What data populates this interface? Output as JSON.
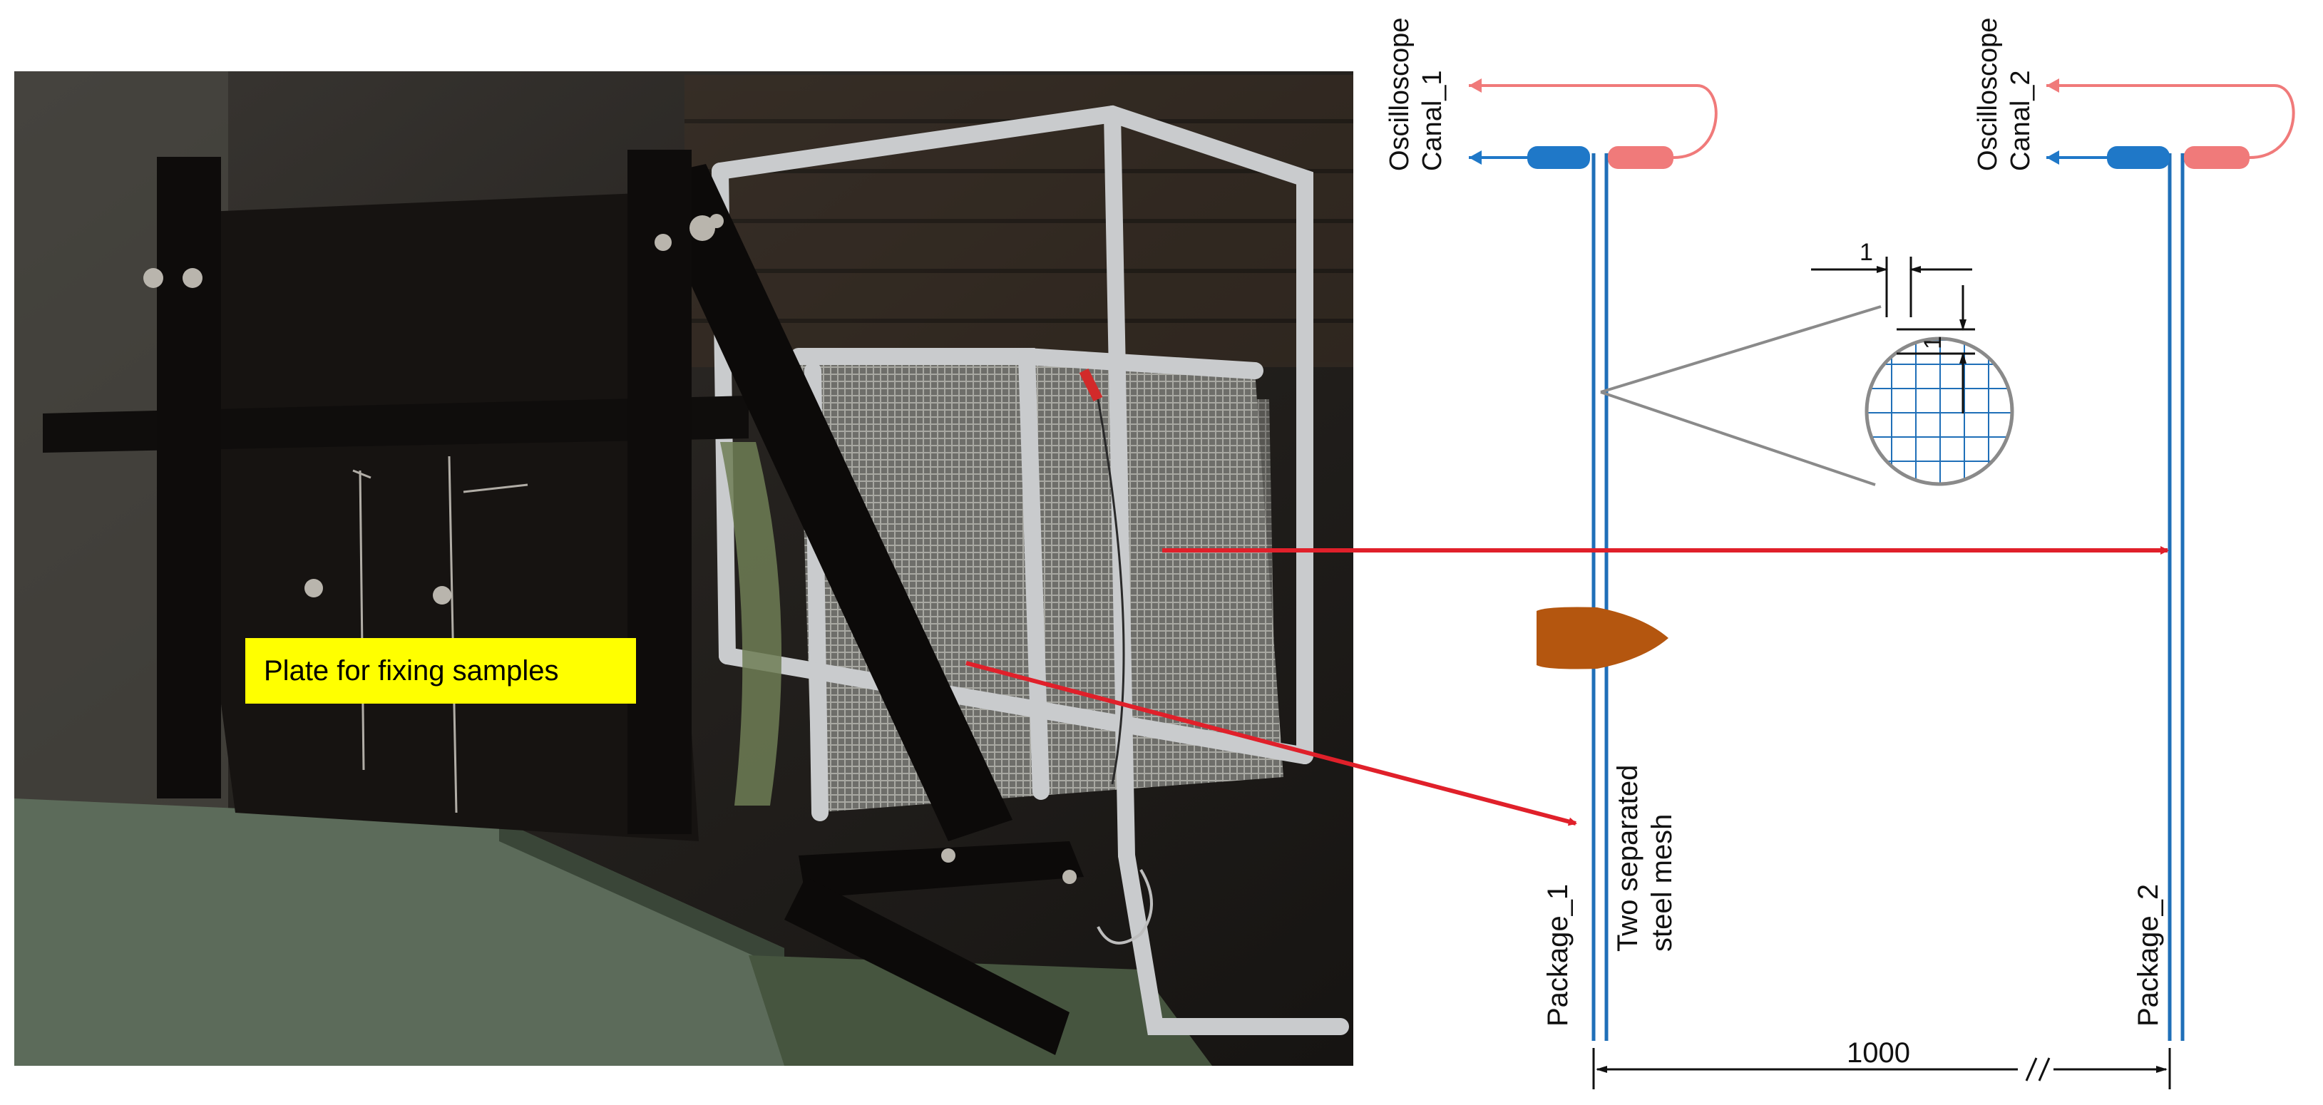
{
  "labels": {
    "plate": "Plate for fixing samples",
    "oscilloscope_1": [
      "Oscilloscope",
      "Canal_1"
    ],
    "oscilloscope_2": [
      "Oscilloscope",
      "Canal_2"
    ],
    "package_1": "Package_1",
    "package_2": "Package_2",
    "mesh": [
      "Two separated",
      "steel mesh"
    ],
    "mesh_cell_width": "1",
    "mesh_cell_height": "1",
    "distance": "1000"
  },
  "colors": {
    "mesh_wire": "#1f6fb8",
    "probe_blue": "#1f78c8",
    "probe_pink": "#f07a7a",
    "arrow_red": "#e0202a",
    "bullet": "#b4560f",
    "label_bg": "#ffff00"
  }
}
